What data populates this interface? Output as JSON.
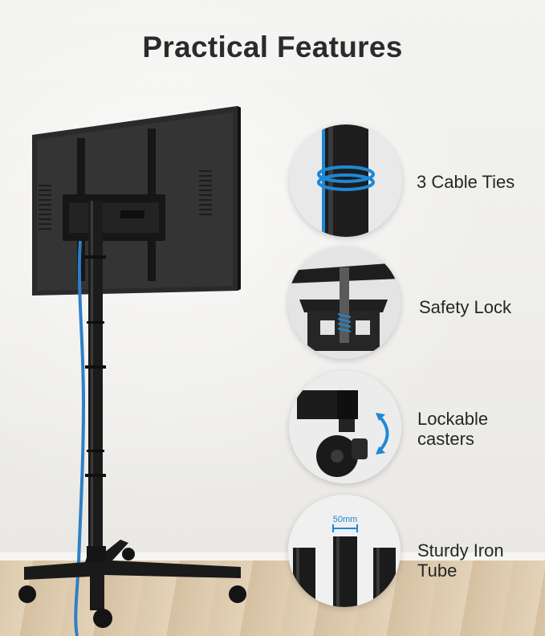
{
  "title": "Practical Features",
  "features": [
    {
      "label": "3 Cable Ties",
      "icon": "cable-tie-icon"
    },
    {
      "label": "Safety Lock",
      "icon": "safety-lock-icon"
    },
    {
      "label_line1": "Lockable",
      "label_line2": "casters",
      "icon": "caster-icon"
    },
    {
      "label_line1": "Sturdy Iron",
      "label_line2": "Tube",
      "tube_size": "50mm",
      "icon": "iron-tube-icon"
    }
  ],
  "colors": {
    "accent": "#1e88d6",
    "stand": "#1b1b1b",
    "title": "#2b2b2b"
  }
}
